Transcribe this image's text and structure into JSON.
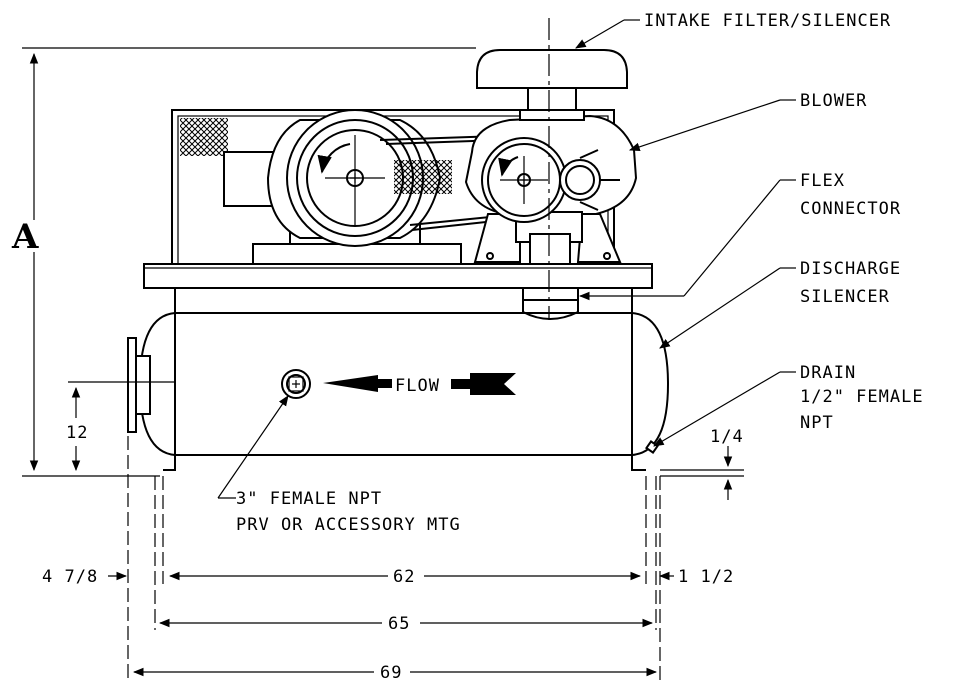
{
  "callouts": {
    "intake": "INTAKE FILTER/SILENCER",
    "blower": "BLOWER",
    "flex_1": "FLEX",
    "flex_2": "CONNECTOR",
    "discharge_1": "DISCHARGE",
    "discharge_2": "SILENCER",
    "drain_1": "DRAIN",
    "drain_2": "1/2\" FEMALE",
    "drain_3": "NPT",
    "npt_1": "3\" FEMALE NPT",
    "npt_2": "PRV OR ACCESSORY MTG",
    "flow": "FLOW"
  },
  "dimensions": {
    "height_label": "A",
    "inlet_height": "12",
    "foot_offset": "1/4",
    "left_offset": "4 7/8",
    "span_62": "62",
    "right_offset": "1 1/2",
    "span_65": "65",
    "span_69": "69"
  }
}
